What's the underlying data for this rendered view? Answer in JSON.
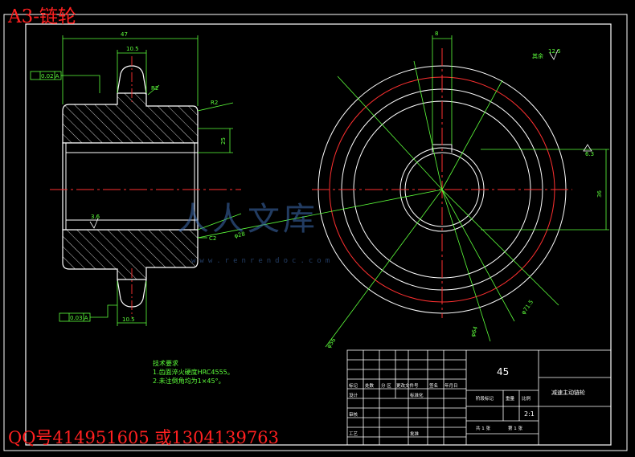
{
  "header": {
    "title": "A3-链轮"
  },
  "footer": {
    "contact": "QQ号414951605 或1304139763"
  },
  "watermark": {
    "text": "人人文库",
    "url": "www.renrendoc.com"
  },
  "tech_notes": {
    "heading": "技术要求",
    "items": [
      "1.齿面淬火硬度HRC4555。",
      "2.未注倒角均为1×45°。"
    ]
  },
  "title_block": {
    "material": "45",
    "part_name": "减速主动链轮",
    "scale": "2:1",
    "sheet_total": "共 1 张",
    "sheet_no": "第 1 张",
    "labels": {
      "mark": "标记",
      "count": "处数",
      "zone": "分 区",
      "doc": "更改文件号",
      "sign": "签名",
      "date": "年月日",
      "design": "设计",
      "std": "标准化",
      "stage": "阶段标记",
      "weight": "重量",
      "ratio": "比例",
      "review": "审核",
      "process": "工艺",
      "approve": "批准"
    }
  },
  "dims": {
    "top_width": "47",
    "teeth_width": "10.5",
    "gdt_top": "0.02 A",
    "gdt_bottom": "0.03 A",
    "rough_left": "3.6",
    "rough_tr": "12.5",
    "rough_right": "6.3",
    "c2": "C2",
    "r2": "R2",
    "hub_dim": "25",
    "keyway_w": "8",
    "hub_height": "36",
    "bore": "φ28",
    "outer": "φ71.5",
    "pitch": "φ64",
    "root": "φ56",
    "other_label": "其余"
  },
  "colors": {
    "line": "#ffffff",
    "dim": "#5dff3b",
    "center": "#ff3030",
    "hatch": "#ffffff",
    "pitch": "#ff3030"
  }
}
